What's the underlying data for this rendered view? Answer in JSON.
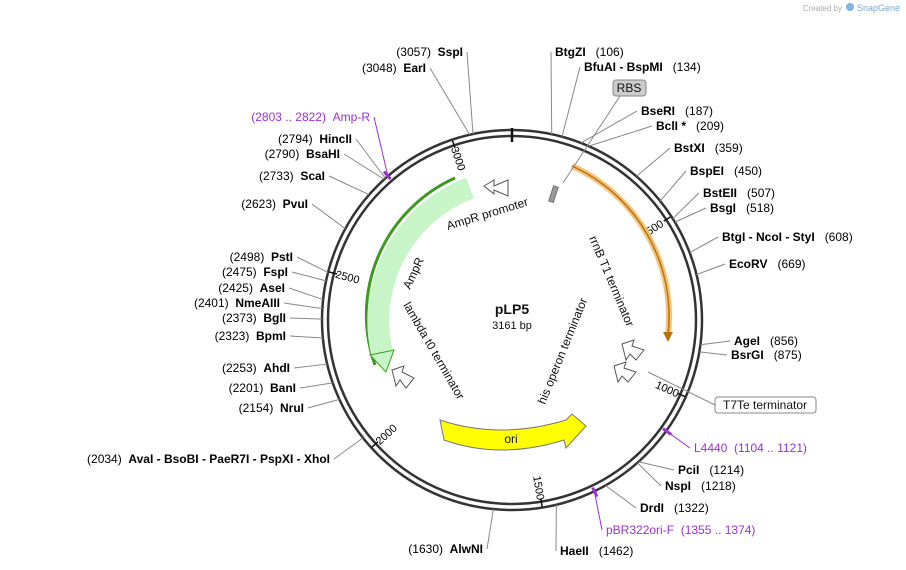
{
  "credit": {
    "prefix": "Created by",
    "brand": "SnapGene"
  },
  "plasmid": {
    "name": "pLP5",
    "size_label": "3161 bp",
    "length": 3161
  },
  "ring_ticks": [
    "500",
    "1000",
    "1500",
    "2000",
    "2500",
    "3000"
  ],
  "sites": [
    {
      "pos": "(3057)",
      "name": "SspI"
    },
    {
      "pos": "(3048)",
      "name": "EarI"
    },
    {
      "pos": "(2803 .. 2822)",
      "name": "Amp-R",
      "primer": true
    },
    {
      "pos": "(2794)",
      "name": "HincII"
    },
    {
      "pos": "(2790)",
      "name": "BsaHI"
    },
    {
      "pos": "(2733)",
      "name": "ScaI"
    },
    {
      "pos": "(2623)",
      "name": "PvuI"
    },
    {
      "pos": "(2498)",
      "name": "PstI"
    },
    {
      "pos": "(2475)",
      "name": "FspI"
    },
    {
      "pos": "(2425)",
      "name": "AseI"
    },
    {
      "pos": "(2401)",
      "name": "NmeAIII"
    },
    {
      "pos": "(2373)",
      "name": "BglI"
    },
    {
      "pos": "(2323)",
      "name": "BpmI"
    },
    {
      "pos": "(2253)",
      "name": "AhdI"
    },
    {
      "pos": "(2201)",
      "name": "BanI"
    },
    {
      "pos": "(2154)",
      "name": "NruI"
    },
    {
      "pos": "(2034)",
      "name": "AvaI - BsoBI - PaeR7I - PspXI - XhoI"
    },
    {
      "pos": "(1630)",
      "name": "AlwNI"
    },
    {
      "pos": "(1462)",
      "name": "HaeII"
    },
    {
      "pos": "(1355 .. 1374)",
      "name": "pBR322ori-F",
      "primer": true
    },
    {
      "pos": "(1322)",
      "name": "DrdI"
    },
    {
      "pos": "(1218)",
      "name": "NspI"
    },
    {
      "pos": "(1214)",
      "name": "PciI"
    },
    {
      "pos": "(1104 .. 1121)",
      "name": "L4440",
      "primer": true
    },
    {
      "pos": "(875)",
      "name": "BsrGI"
    },
    {
      "pos": "(856)",
      "name": "AgeI"
    },
    {
      "pos": "(669)",
      "name": "EcoRV"
    },
    {
      "pos": "(608)",
      "name": "BtgI - NcoI - StyI"
    },
    {
      "pos": "(518)",
      "name": "BsgI"
    },
    {
      "pos": "(507)",
      "name": "BstEII"
    },
    {
      "pos": "(450)",
      "name": "BspEI"
    },
    {
      "pos": "(359)",
      "name": "BstXI"
    },
    {
      "pos": "(209)",
      "name": "BclI *"
    },
    {
      "pos": "(187)",
      "name": "BseRI"
    },
    {
      "pos": "(134)",
      "name": "BfuAI - BspMI"
    },
    {
      "pos": "(106)",
      "name": "BtgZI"
    }
  ],
  "features": [
    {
      "name": "RBS",
      "type": "boxed"
    },
    {
      "name": "T7Te terminator",
      "type": "boxed"
    },
    {
      "name": "AmpR promoter",
      "type": "label"
    },
    {
      "name": "AmpR",
      "type": "label"
    },
    {
      "name": "lambda t0 terminator",
      "type": "label"
    },
    {
      "name": "ori",
      "type": "label"
    },
    {
      "name": "his operon terminator",
      "type": "label"
    },
    {
      "name": "rrnB T1 terminator",
      "type": "label"
    }
  ],
  "colors": {
    "ampr": "#c8f5c8",
    "ampr_outline": "#3c9a1e",
    "rrnb": "#f0a830",
    "ori": "#ffff00",
    "primer": "#9b30d9",
    "ring": "#333333"
  }
}
